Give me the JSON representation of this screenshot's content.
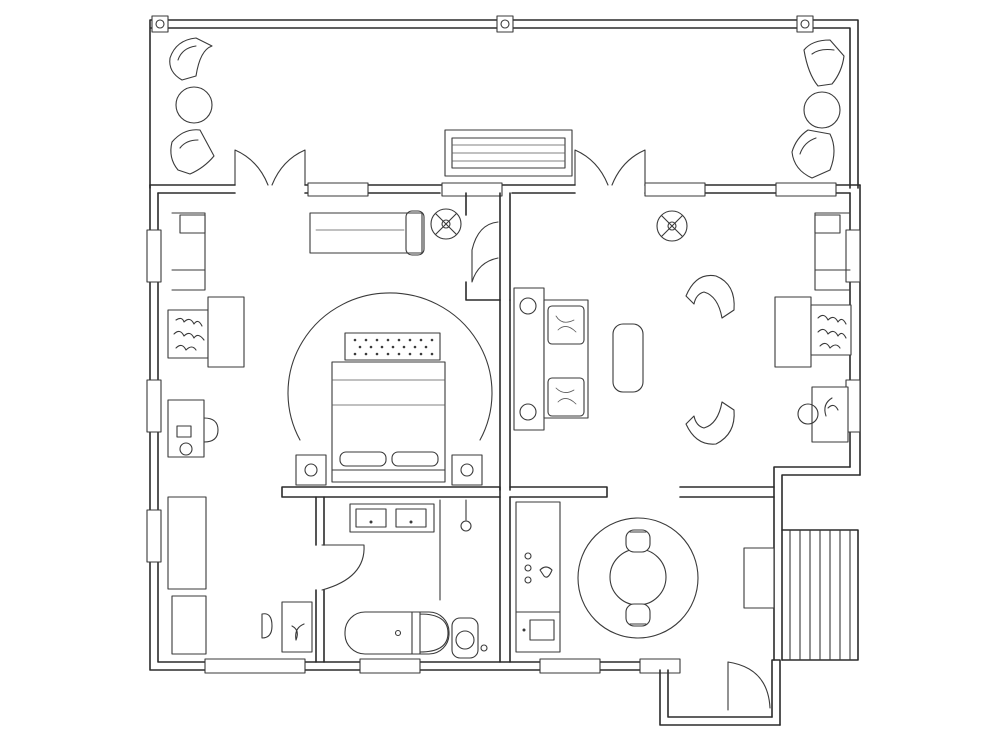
{
  "drawing": {
    "style": "hand-sketched floor plan",
    "line_color": "#2b2b2b",
    "background": "#ffffff"
  },
  "rooms": [
    {
      "id": "terrace"
    },
    {
      "id": "bedroom"
    },
    {
      "id": "living-room"
    },
    {
      "id": "bathroom"
    },
    {
      "id": "kitchen"
    },
    {
      "id": "dining-area"
    },
    {
      "id": "entry-hall"
    },
    {
      "id": "dressing-area"
    }
  ],
  "icons": [
    "chair-icon",
    "round-table-icon",
    "fireplace-icon",
    "bed-icon",
    "sofa-icon",
    "bathtub-icon",
    "toilet-icon",
    "sink-icon",
    "stove-icon",
    "stairs-icon",
    "plant-icon",
    "lamp-icon",
    "door-swing-icon"
  ]
}
